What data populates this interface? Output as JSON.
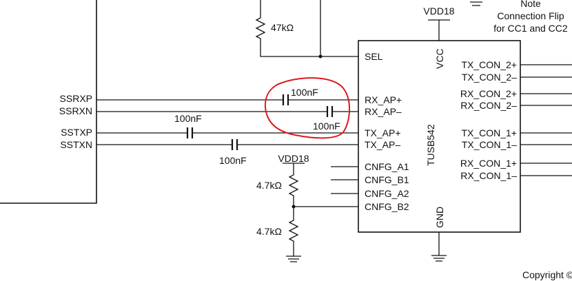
{
  "supply": {
    "top": "VDD18",
    "divider": "VDD18"
  },
  "note": {
    "line1": "Note",
    "line2": "Connection Flip",
    "line3": "for CC1 and CC2"
  },
  "chip": {
    "name": "TUSB542",
    "vcc": "VCC",
    "gnd": "GND",
    "left_pins": [
      "SEL",
      "RX_AP+",
      "RX_AP–",
      "TX_AP+",
      "TX_AP–",
      "CNFG_A1",
      "CNFG_B1",
      "CNFG_A2",
      "CNFG_B2"
    ],
    "right_pins": [
      "TX_CON_2+",
      "TX_CON_2–",
      "RX_CON_2+",
      "RX_CON_2–",
      "TX_CON_1+",
      "TX_CON_1–",
      "RX_CON_1+",
      "RX_CON_1–"
    ]
  },
  "host_signals": [
    "SSRXP",
    "SSRXN",
    "SSTXP",
    "SSTXN"
  ],
  "components": {
    "pullup_resistor": "47kΩ",
    "cap_rx_p": "100nF",
    "cap_rx_n": "100nF",
    "cap_tx_p": "100nF",
    "cap_tx_n": "100nF",
    "divider_top": "4.7kΩ",
    "divider_bottom": "4.7kΩ"
  },
  "copyright": "Copyright ©"
}
